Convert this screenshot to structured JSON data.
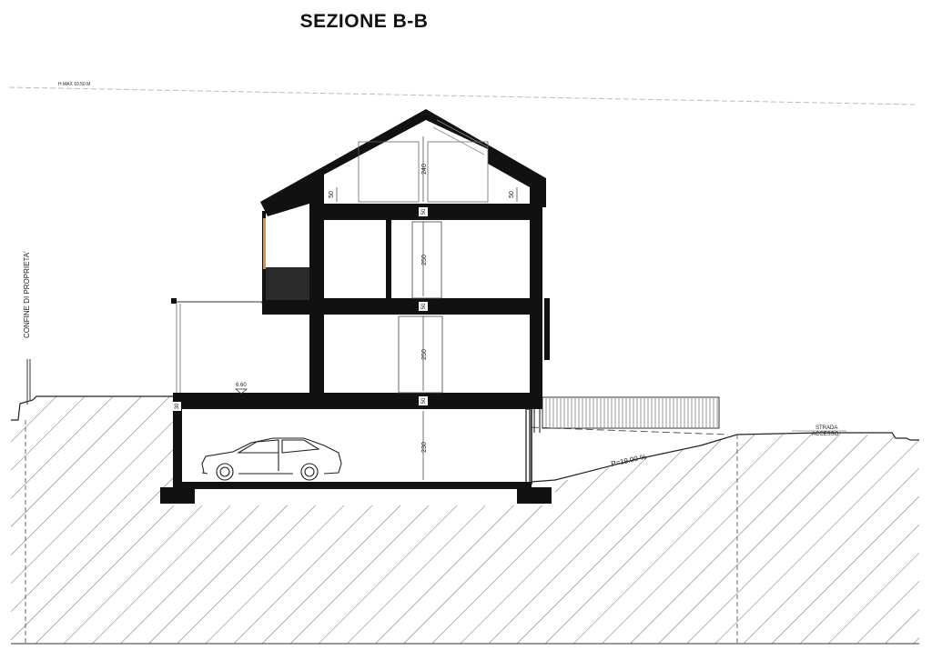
{
  "title": "SEZIONE B-B",
  "labels": {
    "hmax": "H MAX 10.50 M",
    "boundary": "CONFINE DI PROPRIETA'",
    "road_line1": "STRADA",
    "road_line2": "ACCESSO",
    "slope": "P=19.00 %",
    "level": "6.60"
  },
  "dimensions": {
    "attic_height": "240",
    "attic_left": "50",
    "attic_right": "50",
    "upper_floor_height": "250",
    "ground_floor_height": "250",
    "garage_height": "230",
    "slab_attic": "50",
    "slab_upper": "50",
    "slab_ground": "50",
    "slab_garage_left": "30"
  }
}
